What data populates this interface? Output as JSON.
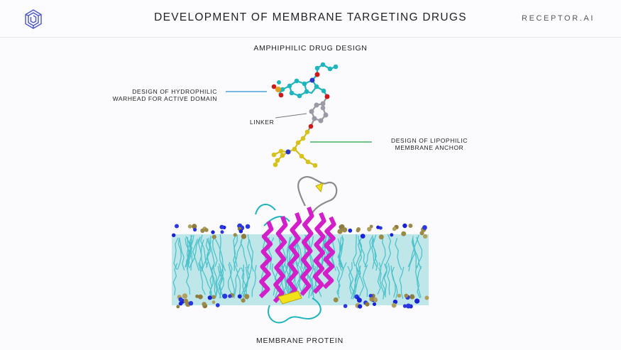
{
  "header": {
    "title": "DEVELOPMENT OF MEMBRANE TARGETING DRUGS",
    "brand": "RECEPTOR.AI",
    "logo_icon": "hexagon-maze-logo"
  },
  "diagram": {
    "subtitle": "AMPHIPHILIC DRUG DESIGN",
    "callouts": {
      "warhead": [
        "DESIGN OF HYDROPHILIC",
        "WARHEAD FOR ACTIVE DOMAIN"
      ],
      "linker": "LINKER",
      "anchor": [
        "DESIGN OF LIPOPHILIC",
        "MEMBRANE ANCHOR"
      ]
    },
    "bottom_label": "MEMBRANE PROTEIN"
  },
  "colors": {
    "warhead_line": "#2b8fcf",
    "anchor_line": "#20a54a",
    "linker_line": "#777777",
    "carbon": "#1fb5bd",
    "oxygen": "#d01818",
    "nitrogen": "#2b35c8",
    "sulfur": "#e0b020",
    "linker_atoms": "#9a9aa6",
    "anchor_atoms": "#d6c21a",
    "helix": "#d21fc8",
    "lipid": "#3bbcc6",
    "headgroup_blue": "#1a22d8",
    "headgroup_olive": "#9a8a4a",
    "logo": "#4a55c8"
  }
}
